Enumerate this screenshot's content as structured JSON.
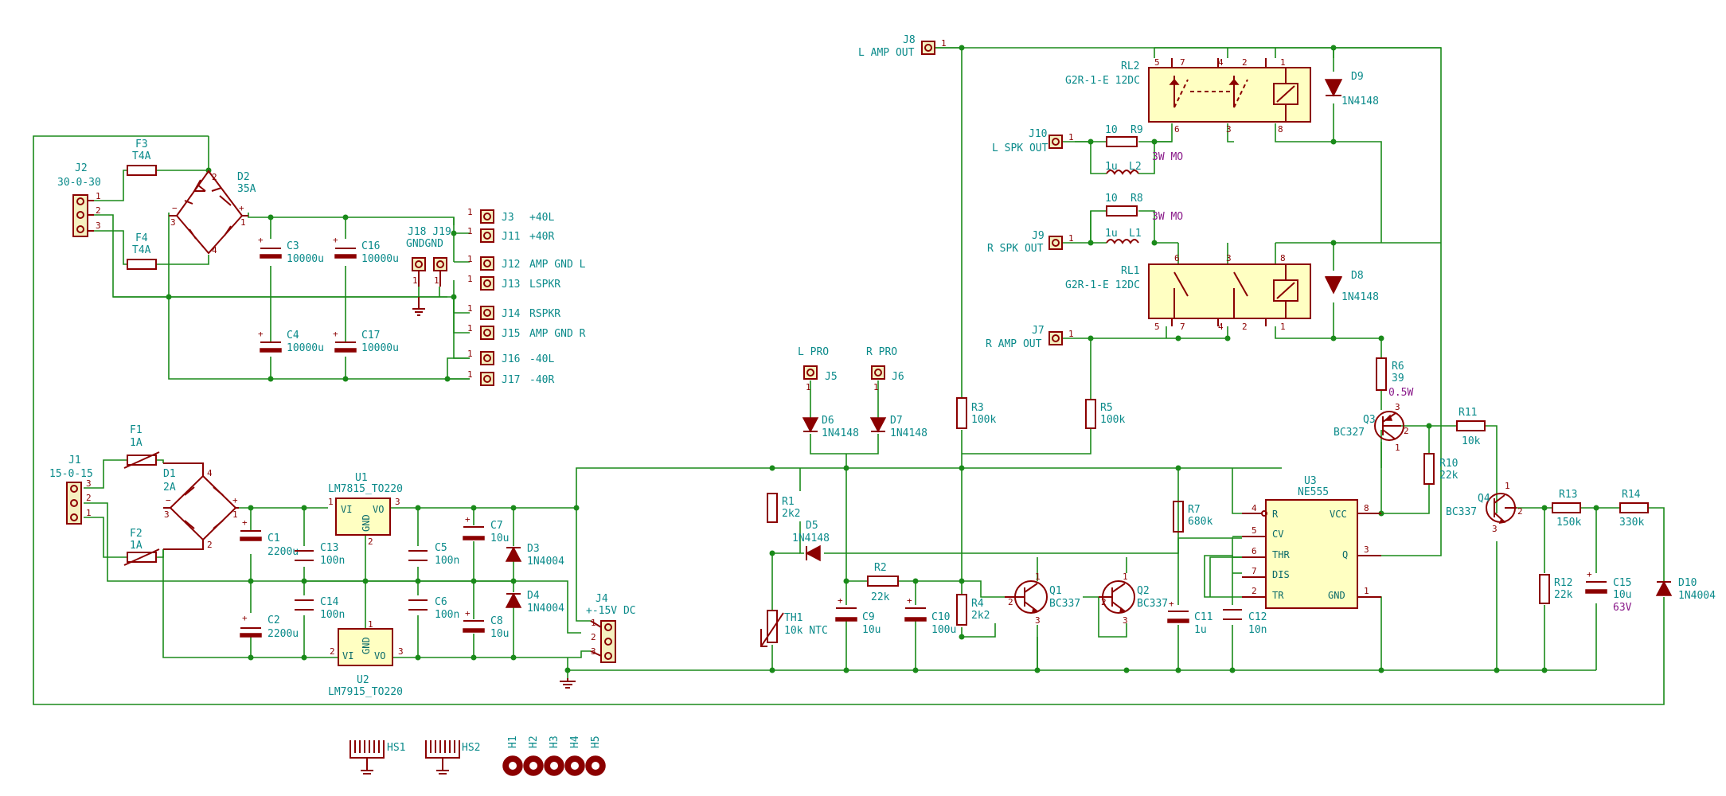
{
  "domain": "Diagram",
  "colors": {
    "wire": "#1a8a1a",
    "component": "#8b0000",
    "body": "#ffffc2",
    "text": "#0a8a8a",
    "field": "#8a1a8a"
  },
  "components": {
    "J2": {
      "ref": "J2",
      "value": "30-0-30"
    },
    "F3": {
      "ref": "F3",
      "value": "T4A"
    },
    "F4": {
      "ref": "F4",
      "value": "T4A"
    },
    "D2": {
      "ref": "D2",
      "value": "35A"
    },
    "C3": {
      "ref": "C3",
      "value": "10000u"
    },
    "C16": {
      "ref": "C16",
      "value": "10000u"
    },
    "C4": {
      "ref": "C4",
      "value": "10000u"
    },
    "C17": {
      "ref": "C17",
      "value": "10000u"
    },
    "J18J19": {
      "ref": "J18 J19",
      "value": "GNDGND"
    },
    "J3": {
      "ref": "J3",
      "value": "+40L"
    },
    "J11": {
      "ref": "J11",
      "value": "+40R"
    },
    "J12": {
      "ref": "J12",
      "value": "AMP GND L"
    },
    "J13": {
      "ref": "J13",
      "value": "LSPKR"
    },
    "J14": {
      "ref": "J14",
      "value": "RSPKR"
    },
    "J15": {
      "ref": "J15",
      "value": "AMP GND R"
    },
    "J16": {
      "ref": "J16",
      "value": "-40L"
    },
    "J17": {
      "ref": "J17",
      "value": "-40R"
    },
    "J1": {
      "ref": "J1",
      "value": "15-0-15"
    },
    "F1": {
      "ref": "F1",
      "value": "1A"
    },
    "F2": {
      "ref": "F2",
      "value": "1A"
    },
    "D1": {
      "ref": "D1",
      "value": "2A"
    },
    "U1": {
      "ref": "U1",
      "value": "LM7815_TO220"
    },
    "U2": {
      "ref": "U2",
      "value": "LM7915_TO220"
    },
    "C1": {
      "ref": "C1",
      "value": "2200u"
    },
    "C2": {
      "ref": "C2",
      "value": "2200u"
    },
    "C13": {
      "ref": "C13",
      "value": "100n"
    },
    "C14": {
      "ref": "C14",
      "value": "100n"
    },
    "C5": {
      "ref": "C5",
      "value": "100n"
    },
    "C6": {
      "ref": "C6",
      "value": "100n"
    },
    "C7": {
      "ref": "C7",
      "value": "10u"
    },
    "C8": {
      "ref": "C8",
      "value": "10u"
    },
    "D3": {
      "ref": "D3",
      "value": "1N4004"
    },
    "D4": {
      "ref": "D4",
      "value": "1N4004"
    },
    "J4": {
      "ref": "J4",
      "value": "+-15V DC"
    },
    "J8": {
      "ref": "J8",
      "value": "L AMP OUT"
    },
    "J10": {
      "ref": "J10",
      "value": "L SPK OUT"
    },
    "J9": {
      "ref": "J9",
      "value": "R SPK OUT"
    },
    "J7": {
      "ref": "J7",
      "value": "R AMP OUT"
    },
    "RL2": {
      "ref": "RL2",
      "value": "G2R-1-E 12DC"
    },
    "RL1": {
      "ref": "RL1",
      "value": "G2R-1-E 12DC"
    },
    "D9": {
      "ref": "D9",
      "value": "1N4148"
    },
    "D8": {
      "ref": "D8",
      "value": "1N4148"
    },
    "R9": {
      "ref": "R9",
      "value": "10",
      "field": "3W MO"
    },
    "L2": {
      "ref": "L2",
      "value": "1u"
    },
    "R8": {
      "ref": "R8",
      "value": "10",
      "field": "3W MO"
    },
    "L1": {
      "ref": "L1",
      "value": "1u"
    },
    "J5": {
      "ref": "J5",
      "value": "L PRO"
    },
    "J6": {
      "ref": "J6",
      "value": "R PRO"
    },
    "D6": {
      "ref": "D6",
      "value": "1N4148"
    },
    "D7": {
      "ref": "D7",
      "value": "1N4148"
    },
    "R3": {
      "ref": "R3",
      "value": "100k"
    },
    "R5": {
      "ref": "R5",
      "value": "100k"
    },
    "R6": {
      "ref": "R6",
      "value": "39",
      "field": "0.5W"
    },
    "Q3": {
      "ref": "Q3",
      "value": "BC327"
    },
    "R11": {
      "ref": "R11",
      "value": "10k"
    },
    "R10": {
      "ref": "R10",
      "value": "22k"
    },
    "Q4": {
      "ref": "Q4",
      "value": "BC337"
    },
    "R13": {
      "ref": "R13",
      "value": "150k"
    },
    "R14": {
      "ref": "R14",
      "value": "330k"
    },
    "R12": {
      "ref": "R12",
      "value": "22k"
    },
    "C15": {
      "ref": "C15",
      "value": "10u",
      "field": "63V"
    },
    "D10": {
      "ref": "D10",
      "value": "1N4004"
    },
    "R1": {
      "ref": "R1",
      "value": "2k2"
    },
    "D5": {
      "ref": "D5",
      "value": "1N4148"
    },
    "TH1": {
      "ref": "TH1",
      "value": "10k NTC"
    },
    "R2": {
      "ref": "R2",
      "value": "22k"
    },
    "C9": {
      "ref": "C9",
      "value": "10u"
    },
    "C10": {
      "ref": "C10",
      "value": "100u"
    },
    "R4": {
      "ref": "R4",
      "value": "2k2"
    },
    "Q1": {
      "ref": "Q1",
      "value": "BC337"
    },
    "Q2": {
      "ref": "Q2",
      "value": "BC337"
    },
    "R7": {
      "ref": "R7",
      "value": "680k"
    },
    "C11": {
      "ref": "C11",
      "value": "1u"
    },
    "C12": {
      "ref": "C12",
      "value": "10n"
    },
    "U3": {
      "ref": "U3",
      "value": "NE555"
    },
    "HS1": {
      "ref": "HS1"
    },
    "HS2": {
      "ref": "HS2"
    },
    "H": [
      "H1",
      "H2",
      "H3",
      "H4",
      "H5"
    ]
  },
  "ne555_pins": {
    "R": "R",
    "CV": "CV",
    "THR": "THR",
    "DIS": "DIS",
    "TR": "TR",
    "VCC": "VCC",
    "Q": "Q",
    "GND": "GND"
  },
  "regulator_pins": {
    "VI": "VI",
    "VO": "VO",
    "GND": "GND"
  }
}
